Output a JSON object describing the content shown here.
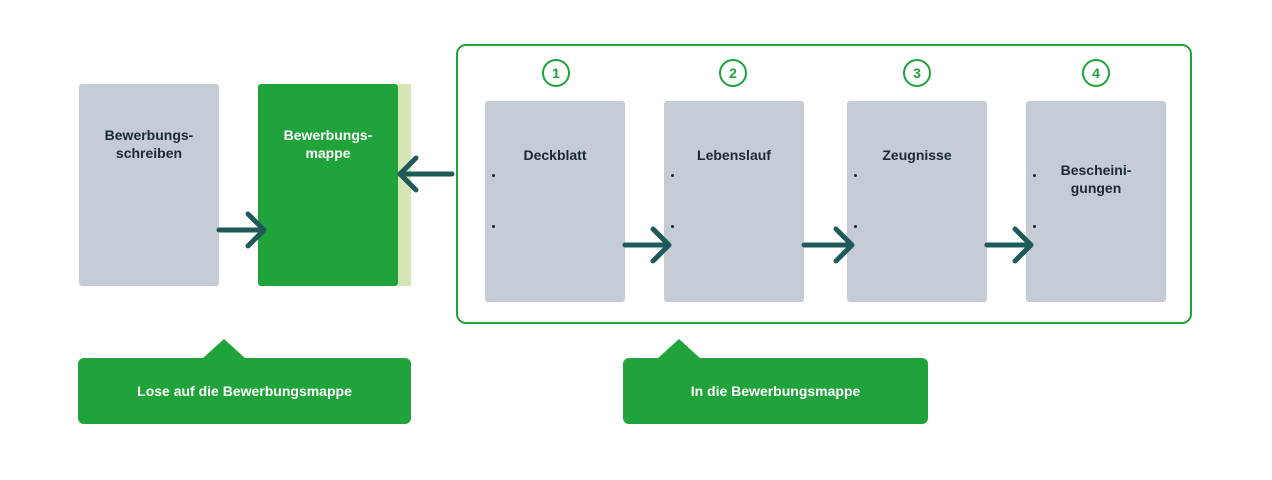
{
  "cards": {
    "anschreiben": "Bewerbungs-\nschreiben",
    "mappe": "Bewerbungs-\nmappe",
    "deckblatt": "Deckblatt",
    "lebenslauf": "Lebenslauf",
    "zeugnisse": "Zeugnisse",
    "bescheinigungen": "Bescheini-\ngungen"
  },
  "steps": [
    "1",
    "2",
    "3",
    "4"
  ],
  "callouts": {
    "lose": "Lose auf die Bewerbungsmappe",
    "in": "In die Bewerbungsmappe"
  },
  "colors": {
    "green": "#1fa33a",
    "gray_card": "#c5ccd6",
    "arrow": "#1f5a5a",
    "light_green": "#d4e7b4"
  }
}
